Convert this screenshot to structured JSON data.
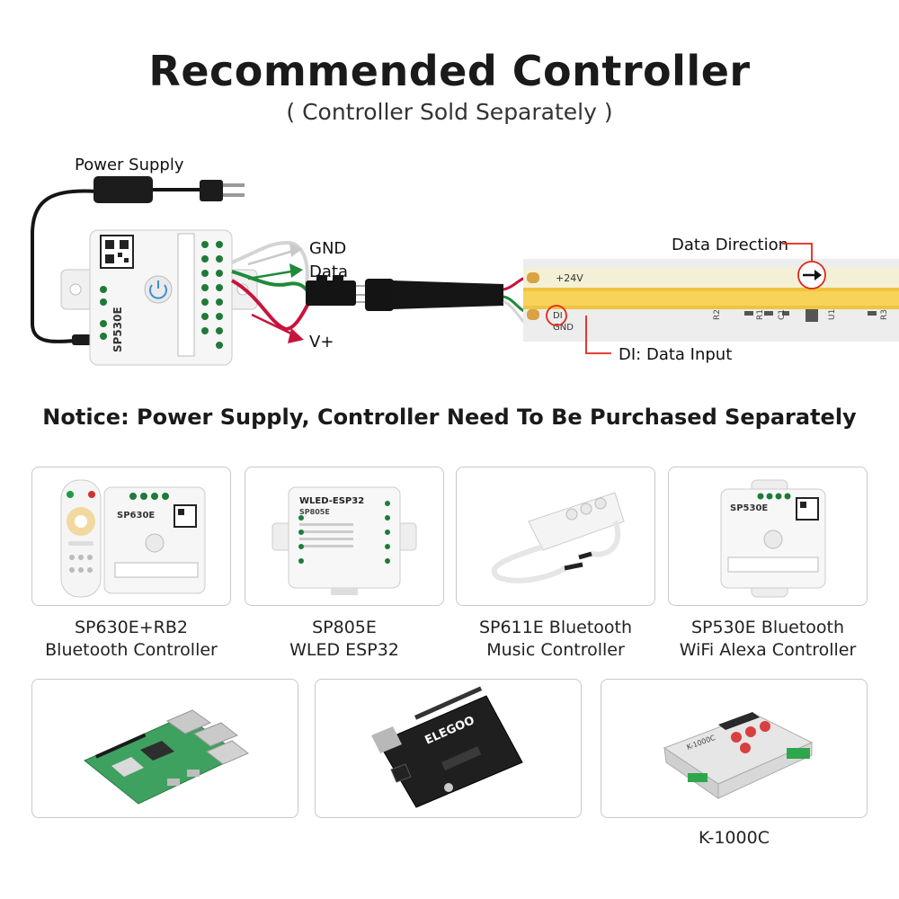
{
  "header": {
    "title": "Recommended Controller",
    "subtitle": "( Controller Sold Separately )"
  },
  "diagram": {
    "power_supply_label": "Power Supply",
    "gnd_label": "GND",
    "data_label": "Data",
    "vplus_label": "V+",
    "data_direction_label": "Data Direction",
    "data_input_label": "DI: Data Input",
    "strip_plus24v": "+24V",
    "strip_di": "DI",
    "strip_gnd": "GND",
    "strip_components": [
      "R2",
      "R1",
      "C1",
      "U1",
      "R3"
    ],
    "controller_model": "SP530E",
    "colors": {
      "gnd_wire": "#d4d4d4",
      "data_wire": "#1f8a3a",
      "vplus_wire": "#c8143c",
      "strip": "#f7d35a",
      "annotation": "#e0261b"
    }
  },
  "notice": "Notice: Power Supply, Controller Need To Be Purchased Separately",
  "products_row1": [
    {
      "line1": "SP630E+RB2",
      "line2": "Bluetooth Controller",
      "device_text": "SP630E"
    },
    {
      "line1": "SP805E",
      "line2": "WLED ESP32",
      "device_text": "WLED-ESP32",
      "device_sub": "SP805E"
    },
    {
      "line1": "SP611E Bluetooth",
      "line2": "Music Controller"
    },
    {
      "line1": "SP530E Bluetooth",
      "line2": "WiFi Alexa Controller",
      "device_text": "SP530E"
    }
  ],
  "products_row2": [
    {
      "name": ""
    },
    {
      "name": "",
      "board_text": "ELEGOO"
    },
    {
      "name": "K-1000C",
      "device_text": "K-1000C"
    }
  ]
}
